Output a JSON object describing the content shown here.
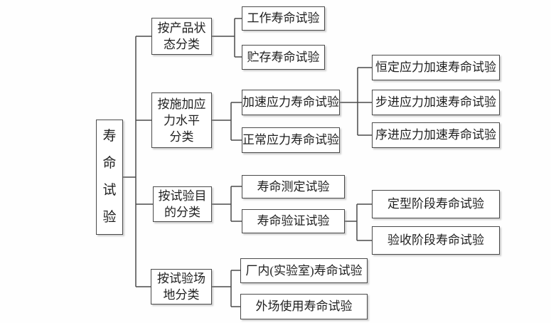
{
  "diagram": {
    "type": "classification-tree",
    "colors": {
      "line": "#4a4a4a",
      "border": "#4a4a4a",
      "text": "#1f1f1f",
      "background": "#ffffff"
    },
    "root": {
      "label": "寿\n命\n试\n验"
    },
    "branches": [
      {
        "label": "按产品状\n态分类",
        "children": [
          {
            "label": "工作寿命试验"
          },
          {
            "label": "贮存寿命试验"
          }
        ]
      },
      {
        "label": "按施加应\n力水平\n分类",
        "children": [
          {
            "label": "加速应力寿命试验",
            "children": [
              {
                "label": "恒定应力加速寿命试验"
              },
              {
                "label": "步进应力加速寿命试验"
              },
              {
                "label": "序进应力加速寿命试验"
              }
            ]
          },
          {
            "label": "正常应力寿命试验"
          }
        ]
      },
      {
        "label": "按试验目\n的分类",
        "children": [
          {
            "label": "寿命测定试验"
          },
          {
            "label": "寿命验证试验",
            "children": [
              {
                "label": "定型阶段寿命试验"
              },
              {
                "label": "验收阶段寿命试验"
              }
            ]
          }
        ]
      },
      {
        "label": "按试验场\n地分类",
        "children": [
          {
            "label": "厂内(实验室)寿命试验"
          },
          {
            "label": "外场使用寿命试验"
          }
        ]
      }
    ]
  }
}
